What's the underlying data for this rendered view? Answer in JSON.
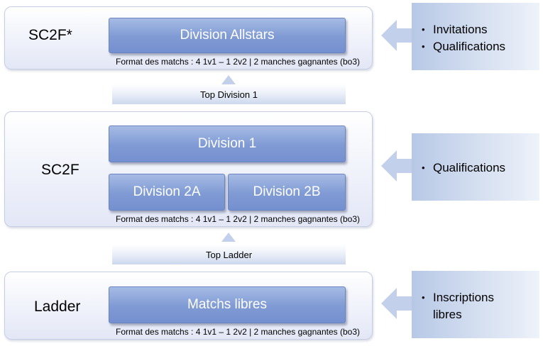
{
  "tiers": [
    {
      "title": "SC2F*",
      "divisions": [
        "Division Allstars"
      ],
      "format": "Format des matchs : 4 1v1 – 1 2v2 | 2 manches gagnantes (bo3)",
      "entry": [
        "Invitations",
        "Qualifications"
      ]
    },
    {
      "title": "SC2F",
      "divisions": [
        "Division 1",
        "Division 2A",
        "Division 2B"
      ],
      "format": "Format des matchs : 4 1v1 – 1 2v2 | 2 manches gagnantes (bo3)",
      "entry": [
        "Qualifications"
      ]
    },
    {
      "title": "Ladder",
      "divisions": [
        "Matchs libres"
      ],
      "format": "Format des matchs : 4 1v1 – 1 2v2 | 2 manches gagnantes (bo3)",
      "entry": [
        "Inscriptions libres"
      ]
    }
  ],
  "promotions": [
    "Top Division 1",
    "Top Ladder"
  ],
  "bullet_symbol": "•",
  "colors": {
    "division_fill": "#7f9ad4",
    "panel_border": "#c6cee6",
    "arrow_fill": "#c3d0ec"
  }
}
